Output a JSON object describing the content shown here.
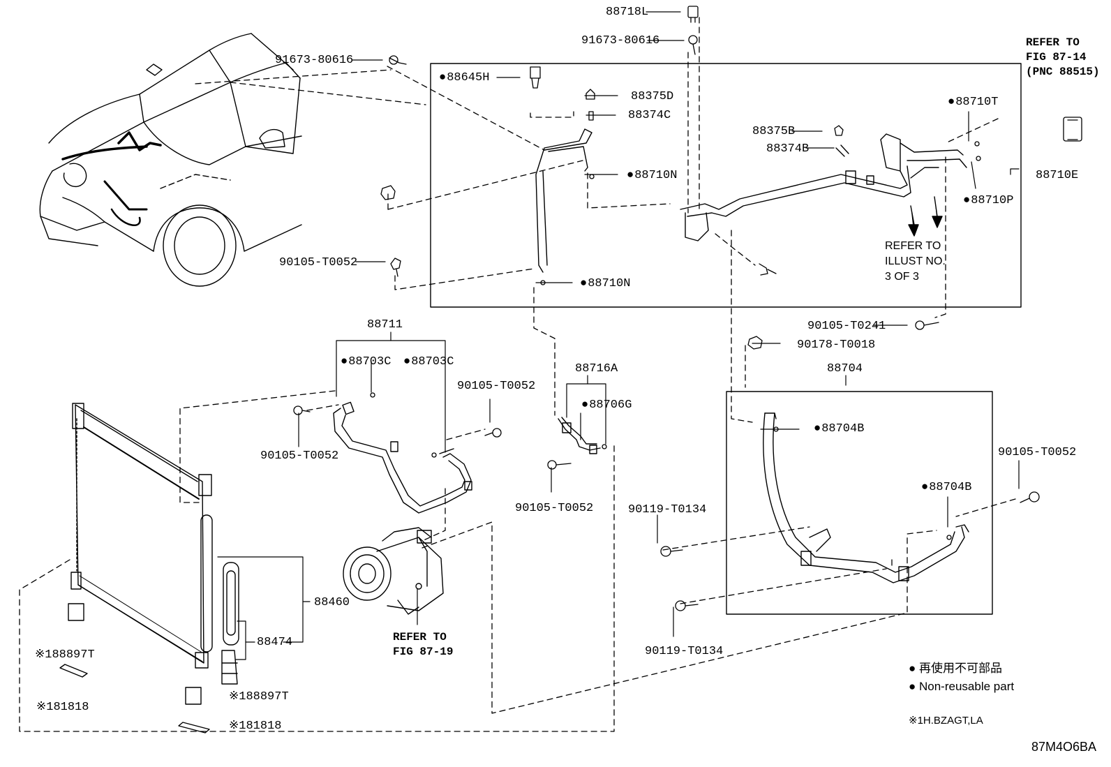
{
  "labels": {
    "p88718L": "88718L",
    "p91673_top": "91673-80616",
    "p91673_left": "91673-80616",
    "p88645H": "88645H",
    "p88375D": "88375D",
    "p88374C": "88374C",
    "p88710N_a": "88710N",
    "p88710N_b": "88710N",
    "p90105_left": "90105-T0052",
    "p88375B": "88375B",
    "p88374B": "88374B",
    "p88710T": "88710T",
    "p88710E": "88710E",
    "p88710P": "88710P",
    "p90105_T0241": "90105-T0241",
    "p90178_T0018": "90178-T0018",
    "p88711": "88711",
    "p88703C_a": "88703C",
    "p88703C_b": "88703C",
    "p90105_mid1": "90105-T0052",
    "p90105_mid2": "90105-T0052",
    "p88716A": "88716A",
    "p88706G": "88706G",
    "p90105_mid3": "90105-T0052",
    "p88704": "88704",
    "p88704B_a": "88704B",
    "p88704B_b": "88704B",
    "p90105_right": "90105-T0052",
    "p90119_a": "90119-T0134",
    "p90119_b": "90119-T0134",
    "p88460": "88460",
    "p88474": "88474",
    "p188897T_a": "※188897T",
    "p181818_a": "※181818",
    "p188897T_b": "※188897T",
    "p181818_b": "※181818"
  },
  "refer_top": [
    "REFER TO",
    "FIG 87-14",
    "(PNC 88515)"
  ],
  "refer_illust": [
    "REFER TO",
    "ILLUST NO.",
    "3 OF 3"
  ],
  "refer_fig": [
    "REFER TO",
    "FIG 87-19"
  ],
  "legend": {
    "jp": "再使用不可部品",
    "en": "Non-reusable part",
    "variant": "※1H.BZAGT,LA"
  },
  "code": "87M4O6BA"
}
